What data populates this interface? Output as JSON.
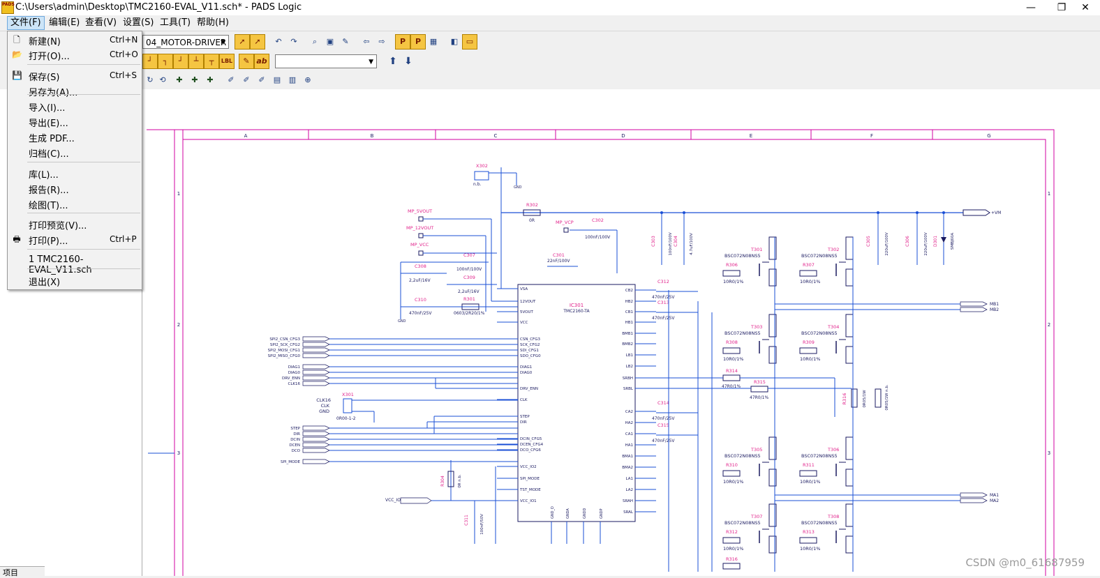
{
  "window": {
    "title": "C:\\Users\\admin\\Desktop\\TMC2160-EVAL_V11.sch* - PADS Logic",
    "app_icon_text": "PADS",
    "minimize": "—",
    "restore": "❐",
    "close": "✕"
  },
  "menubar": [
    "文件(F)",
    "编辑(E)",
    "查看(V)",
    "设置(S)",
    "工具(T)",
    "帮助(H)"
  ],
  "toolbar": {
    "sheet_selector": "04_MOTOR-DRIVER",
    "search_combo": ""
  },
  "file_menu": {
    "items": [
      {
        "label": "新建(N)",
        "shortcut": "Ctrl+N",
        "icon": "new-file-icon"
      },
      {
        "label": "打开(O)...",
        "shortcut": "Ctrl+O",
        "icon": "open-folder-icon"
      },
      {
        "label": "保存(S)",
        "shortcut": "Ctrl+S",
        "icon": "save-icon"
      },
      {
        "label": "另存为(A)...",
        "shortcut": ""
      },
      {
        "label": "导入(I)...",
        "shortcut": ""
      },
      {
        "label": "导出(E)...",
        "shortcut": ""
      },
      {
        "label": "生成 PDF...",
        "shortcut": ""
      },
      {
        "label": "归档(C)...",
        "shortcut": ""
      },
      {
        "label": "库(L)...",
        "shortcut": ""
      },
      {
        "label": "报告(R)...",
        "shortcut": ""
      },
      {
        "label": "绘图(T)...",
        "shortcut": ""
      },
      {
        "label": "打印预览(V)...",
        "shortcut": ""
      },
      {
        "label": "打印(P)...",
        "shortcut": "Ctrl+P",
        "icon": "print-icon"
      },
      {
        "label": "1 TMC2160-EVAL_V11.sch",
        "shortcut": ""
      },
      {
        "label": "退出(X)",
        "shortcut": ""
      }
    ]
  },
  "left_panel": {
    "tab_label": "项目"
  },
  "schematic": {
    "columns": [
      "A",
      "B",
      "C",
      "D",
      "E",
      "F",
      "G"
    ],
    "rows": [
      "1",
      "2",
      "3"
    ],
    "ic": {
      "ref": "IC301",
      "part": "TMC2160-TA"
    },
    "labels": {
      "x302": "X302",
      "nb": "n.b.",
      "gnd": "GND",
      "r302": "R302",
      "r302v": "0R",
      "mp5v": "MP_5VOUT",
      "mp12v": "MP_12VOUT",
      "mpvcc": "MP_VCC",
      "mpvcp": "MP_VCP",
      "c302": "C302",
      "c302v": "100nF/100V",
      "c301": "C301",
      "c301v": "22nF/100V",
      "c307": "C307",
      "c307v": "100nF/100V",
      "c308": "C308",
      "c308v": "2,2uF/16V",
      "c309": "C309",
      "c309v": "2,2uF/16V",
      "c310": "C310",
      "c310v": "470nF/25V",
      "r301": "R301",
      "r301v": "0603/2R20/1%",
      "x301": "X301",
      "clk16": "CLK16",
      "clk": "CLK",
      "gndt": "GND",
      "x301v": "0R00-1-2",
      "vmnet": "+VM",
      "ma1": "MA1",
      "ma2": "MA2",
      "mb1": "MB1",
      "mb2": "MB2",
      "mosfet": "BSC072N08NS5",
      "r10": "10R0/1%",
      "c312v": "470nF/25V",
      "r314": "R314",
      "r314v": "47R0/1%",
      "r315": "R315",
      "r315v": "47R0/1%",
      "r316": "R316",
      "r316v": "0R05/1W",
      "r322v": "0R05/1W n.b.",
      "c303v": "100nF/100V",
      "c304v": "4.7uF/100V",
      "c305v": "220uF/100V",
      "c306v": "220uF/100V",
      "d301": "D301",
      "d301v": "SMBJ60A",
      "vccio": "VCC_IO",
      "c311": "C311",
      "c311v": "100nF/50V",
      "r304": "R304",
      "r304v": "0R n.b.",
      "t301": "T301",
      "t302": "T302",
      "t303": "T303",
      "t304": "T304",
      "t305": "T305",
      "t306": "T306",
      "t307": "T307",
      "t308": "T308",
      "r306": "R306",
      "r307": "R307",
      "r308": "R308",
      "r309": "R309",
      "r310": "R310",
      "r311": "R311",
      "r312": "R312",
      "r313": "R313",
      "c312": "C312",
      "c313": "C313",
      "c314": "C314",
      "c315": "C315",
      "c303": "C303",
      "c304": "C304",
      "c305": "C305",
      "c306": "C306"
    },
    "left_ports": [
      "SPI2_CSN_CFG3",
      "SPI2_SCK_CFG2",
      "SPI2_MOSI_CFG1",
      "SPI2_MISO_CFG0",
      "DIAG1",
      "DIAG0",
      "DRV_ENN",
      "CLK16",
      "STEP",
      "DIR",
      "DCIN",
      "DCEN",
      "DCO",
      "SPI_MODE"
    ],
    "ic_left_pins": [
      "VSA",
      "12VOUT",
      "5VOUT",
      "VCC",
      "CSN_CFG3",
      "SCK_CFG2",
      "SDI_CFG1",
      "SDO_CFG0",
      "DIAG1",
      "DIAG0",
      "DRV_ENN",
      "CLK",
      "STEP",
      "DIR",
      "DCIN_CFG5",
      "DCEN_CFG4",
      "DCO_CFG6",
      "VCC_IO2",
      "SPI_MODE",
      "TST_MODE",
      "VCC_IO1"
    ],
    "ic_right_pins": [
      "CB2",
      "HB2",
      "CB1",
      "HB1",
      "BMB1",
      "BMB2",
      "LB1",
      "LB2",
      "SRBH",
      "SRBL",
      "CA2",
      "HA2",
      "CA1",
      "HA1",
      "BMA1",
      "BMA2",
      "LA1",
      "LA2",
      "SRAH",
      "SRAL"
    ],
    "ic_bottom_pins": [
      "GND_D",
      "GNDA",
      "GNDD",
      "GNDP"
    ]
  },
  "watermark": "CSDN @m0_61687959",
  "colors": {
    "wire": "#1a4fd6",
    "ref": "#e0208a",
    "frame": "#d000a0",
    "text": "#1a1a60"
  }
}
